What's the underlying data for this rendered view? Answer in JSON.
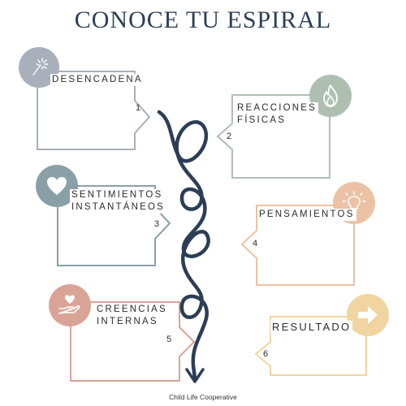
{
  "title": "CONOCE TU ESPIRAL",
  "footer": "Child Life Cooperative",
  "colors": {
    "title": "#2c3e56",
    "spiral": "#2c3e56",
    "card1": "#a9b0bb",
    "card2": "#aebfb2",
    "card3": "#8aa0a7",
    "card4": "#ecc1a4",
    "card5": "#d9a496",
    "card6": "#f0d5a0"
  },
  "cards": [
    {
      "label_lines": [
        "DESENCADENA"
      ],
      "number": "1",
      "icon": "sparkler-icon"
    },
    {
      "label_lines": [
        "REACCIONES",
        "FÍSICAS"
      ],
      "number": "2",
      "icon": "fire-icon"
    },
    {
      "label_lines": [
        "SENTIMIENTOS",
        "INSTANTÁNEOS"
      ],
      "number": "3",
      "icon": "heart-icon"
    },
    {
      "label_lines": [
        "PENSAMIENTOS"
      ],
      "number": "4",
      "icon": "lightbulb-icon"
    },
    {
      "label_lines": [
        "CREENCIAS",
        "INTERNAS"
      ],
      "number": "5",
      "icon": "hand-heart-icon"
    },
    {
      "label_lines": [
        "RESULTADO"
      ],
      "number": "6",
      "icon": "arrow-right-icon"
    }
  ]
}
